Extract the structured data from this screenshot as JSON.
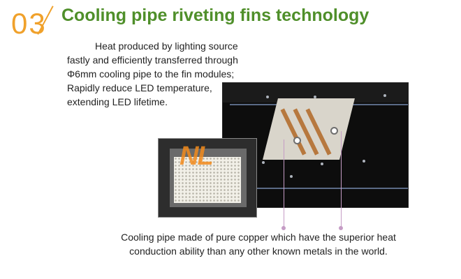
{
  "section_number": "03",
  "title": "Cooling pipe riveting fins technology",
  "description": {
    "lines": [
      "Heat produced by lighting source",
      "fastly and efficiently transferred through",
      "Φ6mm cooling pipe to the fin modules;",
      "Rapidly reduce LED temperature,",
      "extending LED lifetime."
    ]
  },
  "photos": {
    "heatsink": "heatsink-photo",
    "led_module": "led-module-photo",
    "logo_text": "NL"
  },
  "caption": {
    "lines": [
      "Cooling pipe made of pure copper which have the superior heat",
      "conduction ability than any other known metals in the world."
    ]
  },
  "colors": {
    "accent_orange": "#f0a12b",
    "title_green": "#4f8f2a",
    "leader_line": "#c59cc5"
  }
}
